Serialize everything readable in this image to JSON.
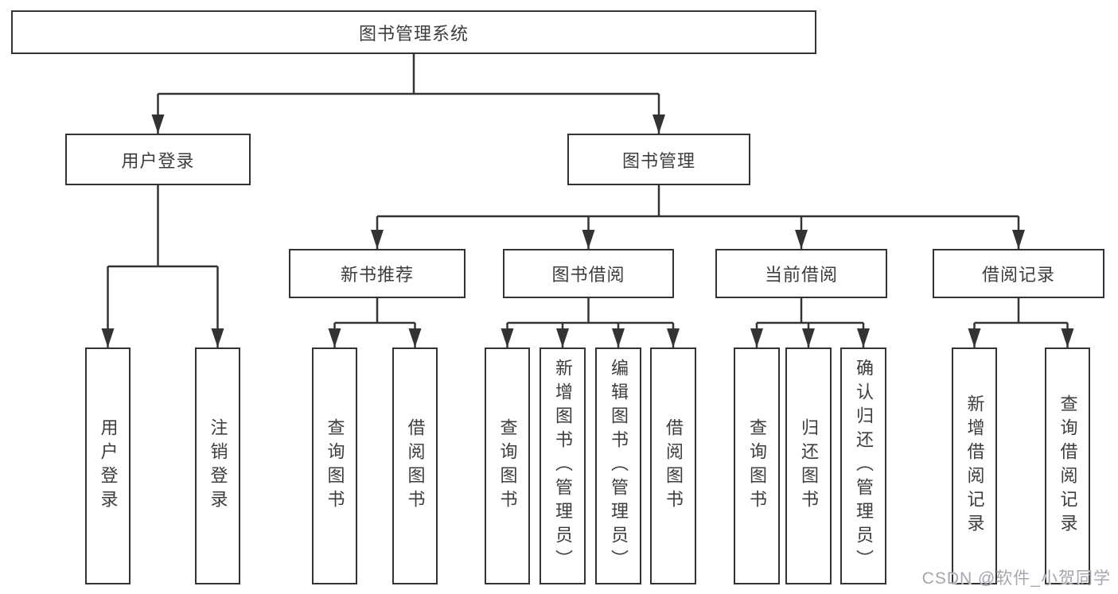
{
  "diagram": {
    "type": "hierarchy-tree",
    "root": {
      "label": "图书管理系统"
    },
    "level2": [
      {
        "id": "user-login",
        "label": "用户登录",
        "parent": "图书管理系统"
      },
      {
        "id": "book-management",
        "label": "图书管理",
        "parent": "图书管理系统"
      }
    ],
    "level3": [
      {
        "id": "new-book-recommend",
        "label": "新书推荐",
        "parent": "图书管理"
      },
      {
        "id": "book-borrow",
        "label": "图书借阅",
        "parent": "图书管理"
      },
      {
        "id": "current-borrow",
        "label": "当前借阅",
        "parent": "图书管理"
      },
      {
        "id": "borrow-record",
        "label": "借阅记录",
        "parent": "图书管理"
      }
    ],
    "leaves": [
      {
        "label": "用户登录",
        "parent": "用户登录"
      },
      {
        "label": "注销登录",
        "parent": "用户登录"
      },
      {
        "label": "查询图书",
        "parent": "新书推荐"
      },
      {
        "label": "借阅图书",
        "parent": "新书推荐"
      },
      {
        "label": "查询图书",
        "parent": "图书借阅"
      },
      {
        "label": "新增图书（管理员）",
        "parent": "图书借阅"
      },
      {
        "label": "编辑图书（管理员）",
        "parent": "图书借阅"
      },
      {
        "label": "借阅图书",
        "parent": "图书借阅"
      },
      {
        "label": "查询图书",
        "parent": "当前借阅"
      },
      {
        "label": "归还图书",
        "parent": "当前借阅"
      },
      {
        "label": "确认归还（管理员）",
        "parent": "当前借阅"
      },
      {
        "label": "新增借阅记录",
        "parent": "借阅记录"
      },
      {
        "label": "查询借阅记录",
        "parent": "借阅记录"
      }
    ],
    "watermark": "CSDN @软件_小贺同学",
    "colors": {
      "line": "#333333",
      "box_border": "#333333",
      "text": "#3d3d3d",
      "background": "#ffffff",
      "watermark": "#a6a6ae"
    }
  }
}
